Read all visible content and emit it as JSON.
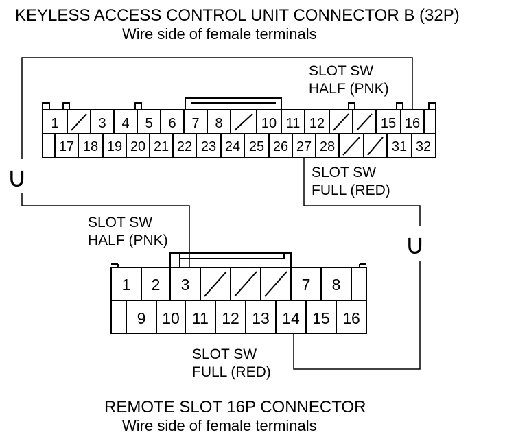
{
  "connector_b": {
    "title": "KEYLESS ACCESS CONTROL UNIT CONNECTOR B (32P)",
    "subtitle": "Wire side of female terminals",
    "row1": [
      "1",
      "",
      "3",
      "4",
      "5",
      "6",
      "7",
      "8",
      "",
      "10",
      "11",
      "12",
      "",
      "",
      "15",
      "16"
    ],
    "row2": [
      "",
      "17",
      "18",
      "19",
      "20",
      "21",
      "22",
      "23",
      "24",
      "25",
      "26",
      "27",
      "28",
      "",
      "",
      "31",
      "32"
    ],
    "label_half_line1": "SLOT SW",
    "label_half_line2": "HALF (PNK)",
    "label_full_line1": "SLOT SW",
    "label_full_line2": "FULL (RED)"
  },
  "remote_slot": {
    "title": "REMOTE SLOT 16P CONNECTOR",
    "subtitle": "Wire side of female terminals",
    "row1": [
      "1",
      "2",
      "3",
      "",
      "",
      "",
      "7",
      "8"
    ],
    "row2": [
      "",
      "9",
      "10",
      "11",
      "12",
      "13",
      "14",
      "15",
      "16"
    ],
    "label_half_line1": "SLOT SW",
    "label_half_line2": "HALF (PNK)",
    "label_full_line1": "SLOT SW",
    "label_full_line2": "FULL (RED)"
  },
  "splice_symbol": "∪"
}
